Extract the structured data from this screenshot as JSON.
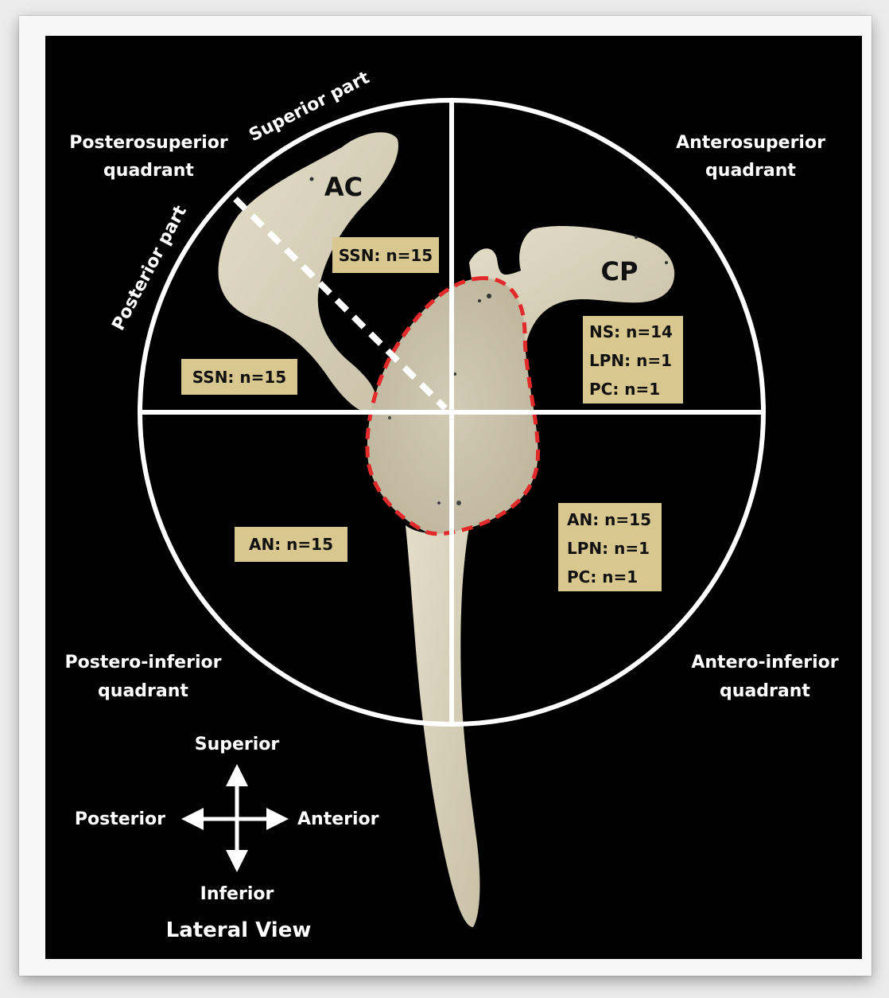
{
  "bone_labels": {
    "acromion": "AC",
    "coracoid": "CP"
  },
  "quadrants": {
    "posterosuperior": [
      "Posterosuperior",
      "quadrant"
    ],
    "anterosuperior": [
      "Anterosuperior",
      "quadrant"
    ],
    "posteroinferior": [
      "Postero-inferior",
      "quadrant"
    ],
    "anteroinferior": [
      "Antero-inferior",
      "quadrant"
    ]
  },
  "parts": {
    "superior": "Superior part",
    "posterior": "Posterior part"
  },
  "boxes": {
    "posterosuperior_superior": [
      "SSN: n=15"
    ],
    "posterosuperior_posterior": [
      "SSN: n=15"
    ],
    "anterosuperior": [
      "NS: n=14",
      "LPN: n=1",
      "PC: n=1"
    ],
    "posteroinferior": [
      "AN: n=15"
    ],
    "anteroinferior": [
      "AN: n=15",
      "LPN: n=1",
      "PC: n=1"
    ]
  },
  "orientation": {
    "superior": "Superior",
    "inferior": "Inferior",
    "posterior": "Posterior",
    "anterior": "Anterior"
  },
  "view_title": "Lateral View",
  "colors": {
    "background": "#000000",
    "circle": "#ffffff",
    "label_box": "#d8c78e",
    "glenoid_outline": "#e32a2a",
    "bone": "#d9d2bd"
  }
}
